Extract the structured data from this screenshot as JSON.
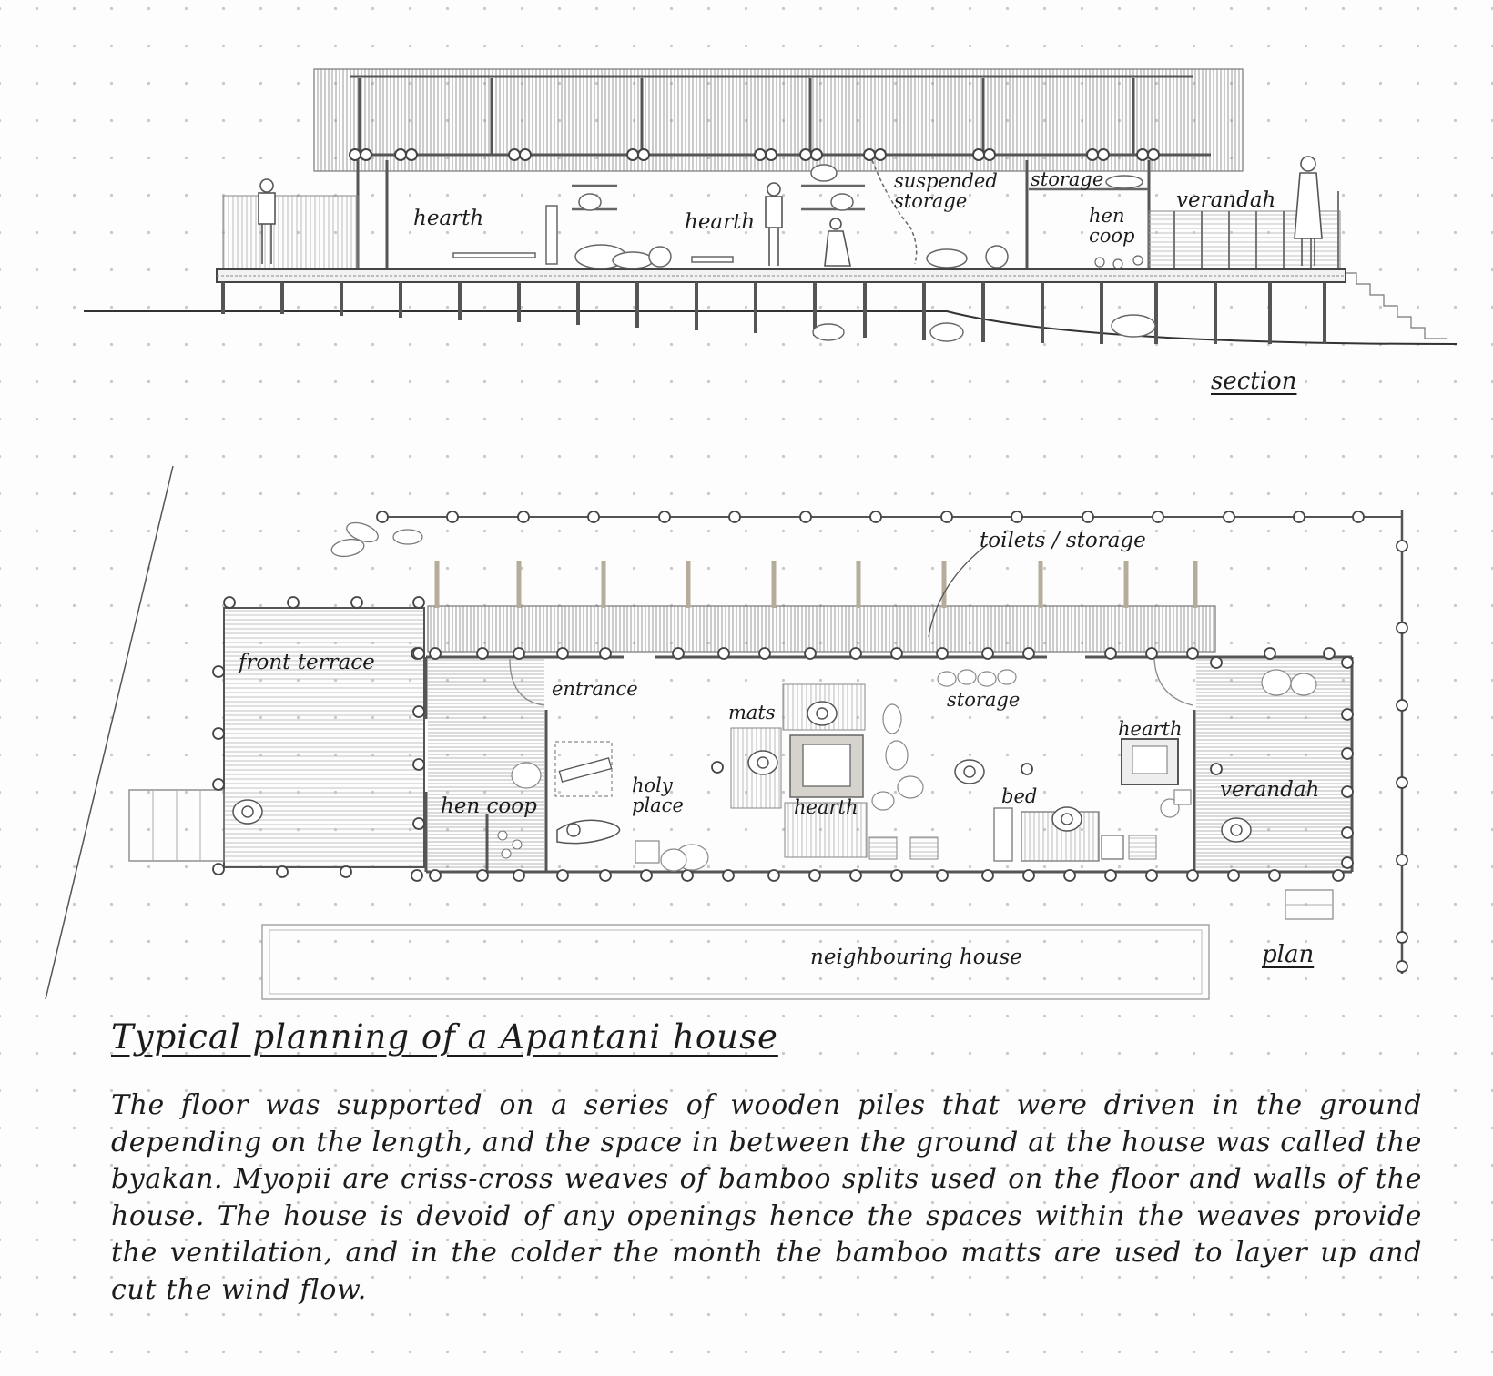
{
  "section": {
    "caption": "section",
    "labels": {
      "hearth_left": "hearth",
      "hearth_center": "hearth",
      "suspended_storage": "suspended\nstorage",
      "storage": "storage",
      "hen_coop": "hen\ncoop",
      "verandah": "verandah"
    }
  },
  "plan": {
    "caption": "plan",
    "labels": {
      "toilets_storage": "toilets / storage",
      "front_terrace": "front terrace",
      "entrance": "entrance",
      "mats": "mats",
      "storage": "storage",
      "hearth_right": "hearth",
      "holy_place": "holy\nplace",
      "hen_coop": "hen coop",
      "hearth_center": "hearth",
      "bed": "bed",
      "verandah": "verandah",
      "neighbouring_house": "neighbouring house"
    }
  },
  "description": {
    "title": "Typical planning of a Apantani house",
    "body": "The floor was supported on a series of wooden piles that were driven in the ground depending on the length, and the space in between the ground at the house was called the byakan.  Myopii are criss-cross weaves of bamboo splits used on the floor and walls of the house. The house is devoid of any openings hence the spaces within the weaves provide the ventilation, and in the colder the month the bamboo matts are used to layer up and cut the wind flow."
  },
  "colors": {
    "ink": "#1c1c1c",
    "line": "#555555",
    "light_line": "#9a9a9a",
    "floor_hatch": "#bdbdbd",
    "dot_grid": "#c9c9c9"
  }
}
